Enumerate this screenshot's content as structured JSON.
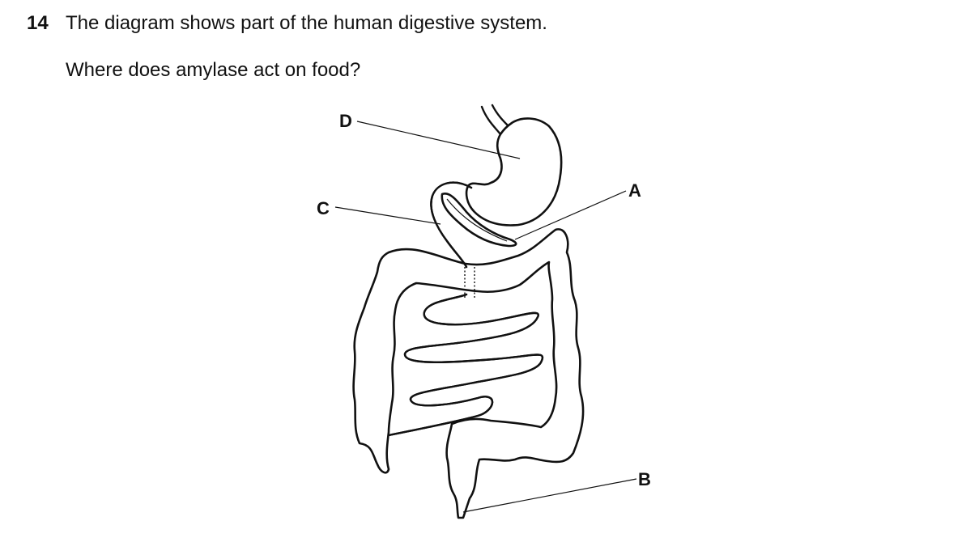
{
  "question": {
    "number": "14",
    "text": "The diagram shows part of the human digestive system.",
    "prompt": "Where does amylase act on food?"
  },
  "diagram": {
    "labels": {
      "a": "A",
      "b": "B",
      "c": "C",
      "d": "D"
    }
  }
}
